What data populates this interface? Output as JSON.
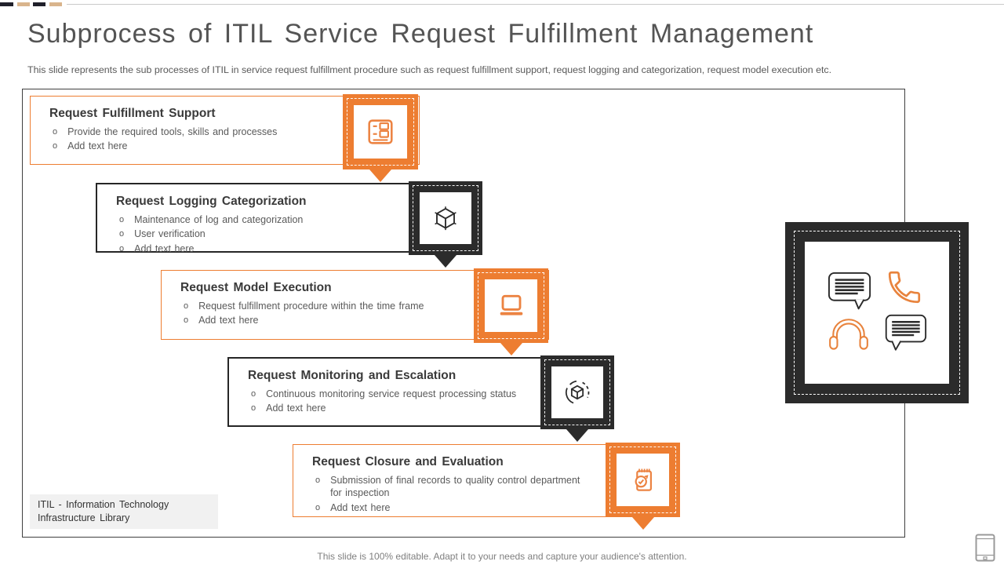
{
  "slide": {
    "title": "Subprocess of ITIL Service Request Fulfillment Management",
    "subtitle": "This slide represents the sub processes of ITIL in service request fulfillment procedure such as request fulfillment support, request logging and categorization, request model execution etc.",
    "footnote": "ITIL - Information Technology Infrastructure Library",
    "footer": "This slide is 100% editable. Adapt it to your needs and capture your audience's attention."
  },
  "colors": {
    "orange": "#ED7D31",
    "dark": "#2B2B2B",
    "tan_dash": "#D9B48C",
    "title_text": "#545454",
    "body_text": "#595959",
    "footnote_bg": "#F1F1F1"
  },
  "steps": [
    {
      "title": "Request Fulfillment Support",
      "bullets": [
        "Provide the required tools, skills and processes",
        "Add text here"
      ],
      "theme": "orange",
      "icon": "form-document-icon"
    },
    {
      "title": "Request Logging Categorization",
      "bullets": [
        "Maintenance of log and categorization",
        "User verification",
        "Add text here"
      ],
      "theme": "dark",
      "icon": "cube-icon"
    },
    {
      "title": "Request Model Execution",
      "bullets": [
        "Request fulfillment procedure within the time frame",
        "Add text here"
      ],
      "theme": "orange",
      "icon": "laptop-icon"
    },
    {
      "title": "Request Monitoring and Escalation",
      "bullets": [
        "Continuous monitoring service request processing status",
        "Add text here"
      ],
      "theme": "dark",
      "icon": "cube-refresh-icon"
    },
    {
      "title": "Request Closure and Evaluation",
      "bullets": [
        "Submission of final records to quality control department for inspection",
        "Add text here"
      ],
      "theme": "orange",
      "icon": "notepad-check-icon"
    }
  ],
  "support_panel": {
    "icons": [
      "chat-bubble-icon",
      "phone-icon",
      "headphones-icon",
      "chat-bubble-icon"
    ]
  }
}
